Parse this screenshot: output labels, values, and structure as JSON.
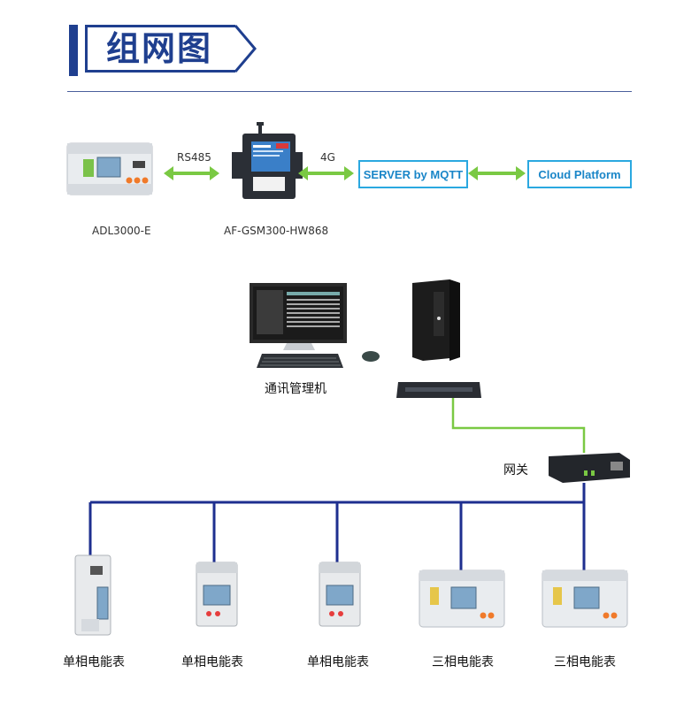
{
  "title": "组网图",
  "top_row": {
    "device1_label": "ADL3000-E",
    "device2_label": "AF-GSM300-HW868",
    "link1_label": "RS485",
    "link2_label": "4G",
    "server_box": "SERVER by MQTT",
    "cloud_box": "Cloud Platform"
  },
  "network": {
    "computer_label": "通讯管理机",
    "gateway_label": "网关"
  },
  "meters": [
    {
      "label": "单相电能表"
    },
    {
      "label": "单相电能表"
    },
    {
      "label": "单相电能表"
    },
    {
      "label": "三相电能表"
    },
    {
      "label": "三相电能表"
    }
  ],
  "colors": {
    "title_blue": "#1f3f8f",
    "arrow_green": "#7ac943",
    "bus_blue": "#1e2f8f",
    "switch_link_green": "#7ac943",
    "box_border": "#2aa8e0"
  }
}
